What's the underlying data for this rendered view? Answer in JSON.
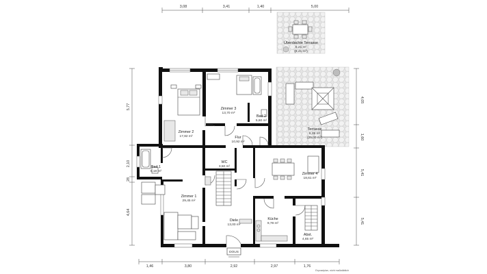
{
  "top_dimensions": [
    "3,08",
    "3,41",
    "1,40",
    "5,00"
  ],
  "bottom_dimensions": [
    "1,46",
    "3,80",
    "2,92",
    "2,97",
    "1,76"
  ],
  "left_dimensions": [
    "5,77",
    "2,10",
    "28",
    "4,64"
  ],
  "right_dimensions": [
    "4,05",
    "1,60",
    "5,41",
    "5,41"
  ],
  "rooms": {
    "ueberdachte_terrasse": {
      "name": "Überdachte Terrasse",
      "area": "6,21 m²",
      "area2": "(8,41 m²)"
    },
    "zimmer2": {
      "name": "Zimmer 2",
      "area": "17,82 m²"
    },
    "zimmer3": {
      "name": "Zimmer 3",
      "area": "13,70 m²"
    },
    "bad2": {
      "name": "Bad 2",
      "area": "5,60 m²"
    },
    "flur": {
      "name": "Flur",
      "area": "10,92 m²"
    },
    "terrasse": {
      "name": "Terrasse",
      "area": "6,25 m²",
      "area2": "(25,00 m²)"
    },
    "bad1": {
      "name": "Bad 1",
      "area": "5,18 m²"
    },
    "wc": {
      "name": "WC",
      "area": "3,50 m²"
    },
    "zimmer4": {
      "name": "Zimmer 4",
      "area": "18,61 m²"
    },
    "zimmer1": {
      "name": "Zimmer 1",
      "area": "29,45 m²"
    },
    "diele": {
      "name": "Diele",
      "area": "13,00 m²"
    },
    "kueche": {
      "name": "Küche",
      "area": "9,78 m²"
    },
    "abst": {
      "name": "Abst.",
      "area": "4,65 m²"
    }
  },
  "entrance_label": "DOUS",
  "footnote": "Exposéplan, nicht maßstäblich"
}
